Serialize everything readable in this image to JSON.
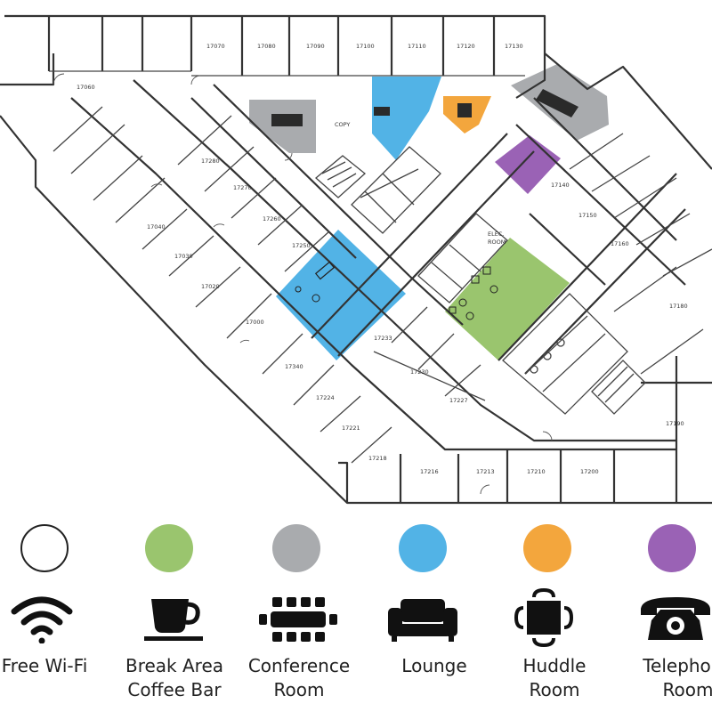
{
  "colors": {
    "break_area": "#9ac56e",
    "conference": "#a9abae",
    "lounge": "#52b3e6",
    "huddle": "#f3a63d",
    "telephone": "#9a62b5",
    "wall": "#333333"
  },
  "floorplan": {
    "rooms": {
      "r17070": "17070",
      "r17080": "17080",
      "r17090": "17090",
      "r17100": "17100",
      "r17110": "17110",
      "r17120": "17120",
      "r17130": "17130",
      "r17060": "17060",
      "r17280": "17280",
      "r17270": "17270",
      "r17260": "17260",
      "r17250": "17250",
      "r17040": "17040",
      "r17030": "17030",
      "r17020": "17020",
      "r17000": "17000",
      "r17340": "17340",
      "r17224": "17224",
      "r17221": "17221",
      "r17218": "17218",
      "r17233": "17233",
      "r17230": "17230",
      "r17227": "17227",
      "r17216": "17216",
      "r17213": "17213",
      "r17210": "17210",
      "r17200": "17200",
      "r17140": "17140",
      "r17150": "17150",
      "r17160": "17160",
      "r17180": "17180",
      "r17190": "17190"
    },
    "copy_label": "COPY",
    "elec_label_1": "ELEC.",
    "elec_label_2": "ROOM"
  },
  "legend": [
    {
      "key": "wifi",
      "icon": "wifi-icon",
      "label": "Free Wi-Fi"
    },
    {
      "key": "break",
      "icon": "coffee-cup-icon",
      "label": "Break Area\nCoffee Bar"
    },
    {
      "key": "conference",
      "icon": "conference-table-icon",
      "label": "Conference\nRoom"
    },
    {
      "key": "lounge",
      "icon": "sofa-icon",
      "label": "Lounge"
    },
    {
      "key": "huddle",
      "icon": "huddle-table-icon",
      "label": "Huddle\nRoom"
    },
    {
      "key": "telephone",
      "icon": "telephone-icon",
      "label": "Telephone\nRoom"
    }
  ]
}
